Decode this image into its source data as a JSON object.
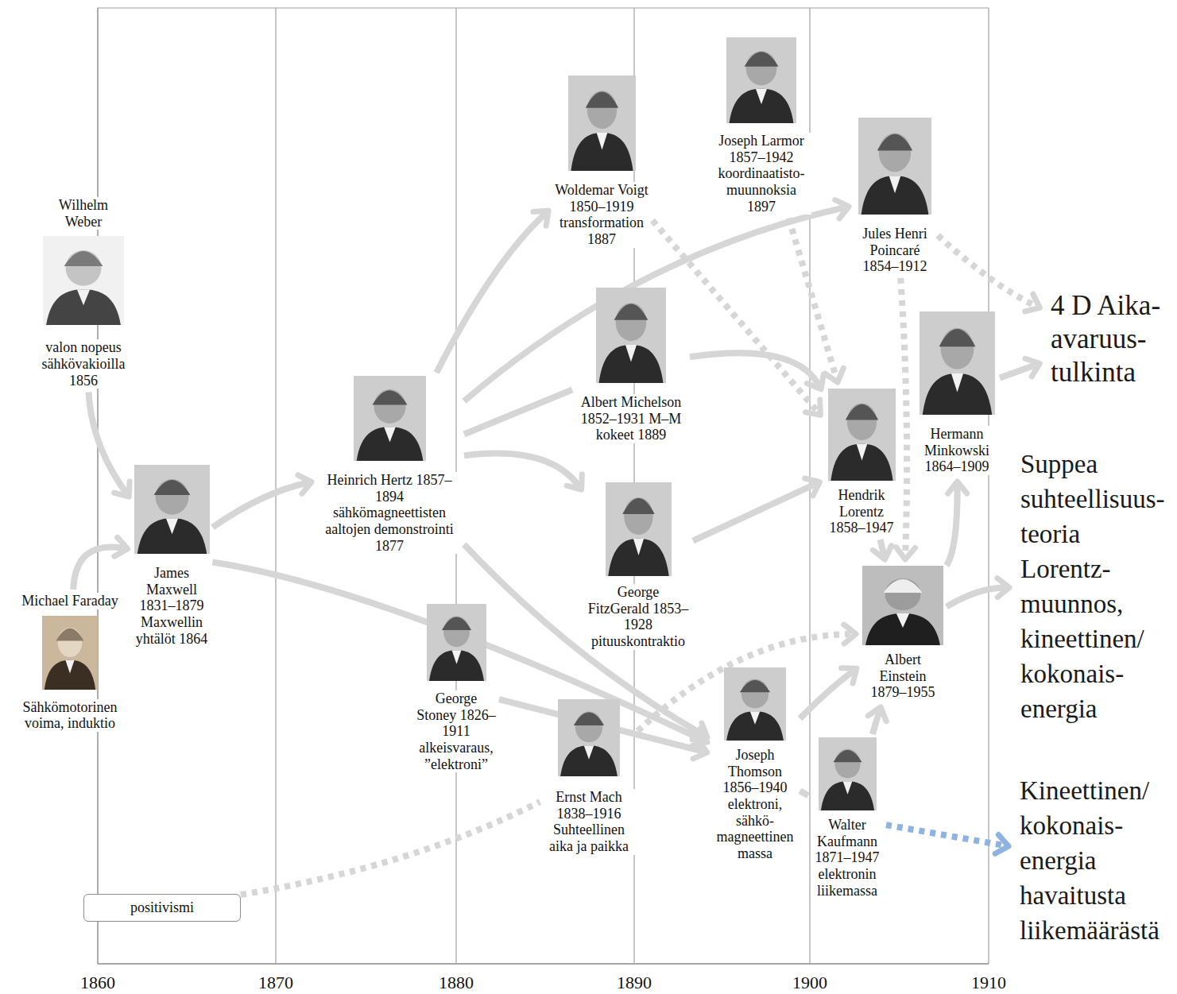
{
  "diagram": {
    "nodes": [
      {
        "text": [
          "Wilhelm Weber",
          "valon nopeus sähkövakioilla 1856"
        ]
      },
      {
        "text": [
          "Michael Faraday",
          "Sähkömotorinen voima, induktio"
        ]
      },
      {
        "text": [
          "James Maxwell 1831–1879 Maxwellin yhtälöt 1864"
        ]
      },
      {
        "text": [
          "Heinrich Hertz 1857–1894 sähkömagneettisten aaltojen demonstrointi 1877"
        ]
      },
      {
        "text": [
          "George Stoney 1826–1911 alkeisvaraus, ”elektroni”"
        ]
      },
      {
        "text": [
          "Woldemar Voigt 1850–1919 transformation 1887"
        ]
      },
      {
        "text": [
          "Albert Michelson 1852–1931 M–M kokeet 1889"
        ]
      },
      {
        "text": [
          "George FitzGerald 1853–1928 pituuskontraktio"
        ]
      },
      {
        "text": [
          "Ernst Mach 1838–1916 Suhteellinen aika ja paikka"
        ]
      },
      {
        "text": [
          "Joseph Larmor 1857–1942 koordinaatisto- muunnoksia 1897"
        ]
      },
      {
        "text": [
          "Joseph Thomson 1856–1940 elektroni, sähkö- magneettinen massa"
        ]
      },
      {
        "text": [
          "Jules Henri Poincaré 1854–1912"
        ]
      },
      {
        "text": [
          "Hendrik Lorentz 1858–1947"
        ]
      },
      {
        "text": [
          "Hermann Minkowski 1864–1909"
        ]
      },
      {
        "text": [
          "Albert Einstein 1879–1955"
        ]
      },
      {
        "text": [
          "Walter Kaufmann 1871–1947 elektronin liikemassa"
        ]
      },
      {
        "text": [
          "positivismi"
        ]
      },
      {
        "text": [
          "4 D Aika- avaruus- tulkinta"
        ]
      },
      {
        "text": [
          "Suppea suhteellisuus- teoria Lorentz- muunnos, kineettinen/ kokonais- energia"
        ]
      },
      {
        "text": [
          "Kineettinen/ kokonais- energia havaitusta liikemäärästä"
        ]
      }
    ],
    "edges": [
      {
        "from": 0,
        "to": 2,
        "arrow": "to"
      },
      {
        "from": 1,
        "to": 2,
        "arrow": "to"
      },
      {
        "from": 2,
        "to": 3,
        "arrow": "to"
      },
      {
        "from": 3,
        "to": 5,
        "arrow": "to"
      },
      {
        "from": 3,
        "to": 11,
        "arrow": "to"
      },
      {
        "from": 3,
        "to": 6,
        "arrow": "none"
      },
      {
        "from": 3,
        "to": 7,
        "arrow": "to"
      },
      {
        "from": 3,
        "to": 10,
        "arrow": "to"
      },
      {
        "from": 2,
        "to": 10,
        "arrow": "to"
      },
      {
        "from": 4,
        "to": 10,
        "arrow": "to"
      },
      {
        "from": 5,
        "to": 12,
        "arrow": "to"
      },
      {
        "from": 6,
        "to": 12,
        "arrow": "to"
      },
      {
        "from": 7,
        "to": 12,
        "arrow": "to"
      },
      {
        "from": 9,
        "to": 12,
        "arrow": "to"
      },
      {
        "from": 11,
        "to": 14,
        "arrow": "to"
      },
      {
        "from": 11,
        "to": 17,
        "arrow": "to"
      },
      {
        "from": 12,
        "to": 14,
        "arrow": "to"
      },
      {
        "from": 13,
        "to": 17,
        "arrow": "to"
      },
      {
        "from": 14,
        "to": 13,
        "arrow": "to"
      },
      {
        "from": 14,
        "to": 18,
        "arrow": "to"
      },
      {
        "from": 10,
        "to": 14,
        "arrow": "to"
      },
      {
        "from": 15,
        "to": 14,
        "arrow": "to"
      },
      {
        "from": 10,
        "to": 15,
        "arrow": "none"
      },
      {
        "from": 16,
        "to": 8,
        "arrow": "none"
      },
      {
        "from": 8,
        "to": 14,
        "arrow": "to"
      },
      {
        "from": 15,
        "to": 19,
        "arrow": "to"
      }
    ],
    "labels": [
      "1860",
      "1870",
      "1880",
      "1890",
      "1900",
      "1910"
    ]
  }
}
